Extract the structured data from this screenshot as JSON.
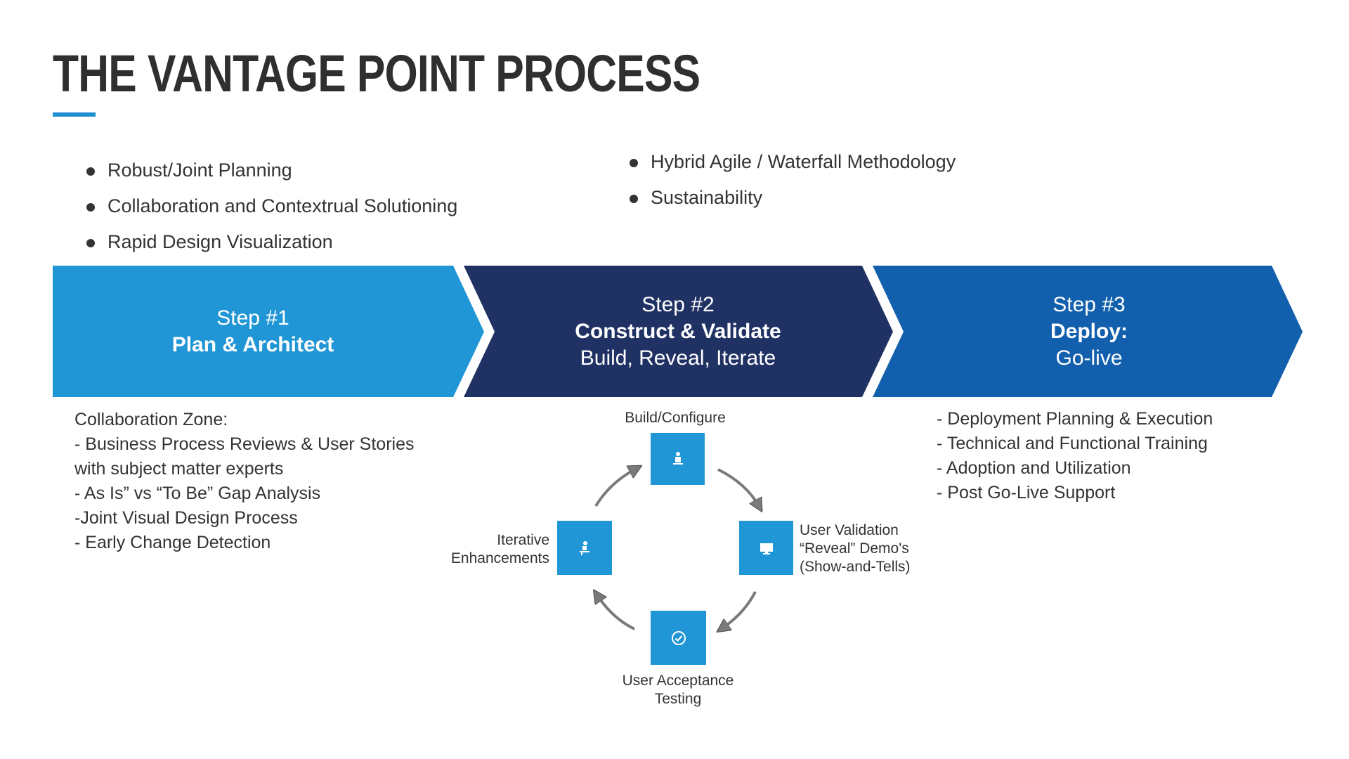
{
  "page": {
    "title": "THE VANTAGE POINT PROCESS",
    "accent_color": "#1f8fd2"
  },
  "highlights_left": [
    "Robust/Joint Planning",
    "Collaboration and Contextrual Solutioning",
    "Rapid Design Visualization"
  ],
  "highlights_right": [
    "Hybrid Agile / Waterfall Methodology",
    "Sustainability"
  ],
  "steps": [
    {
      "number": "Step #1",
      "title": "Plan & Architect",
      "subtitle": "",
      "color": "#2196d6"
    },
    {
      "number": "Step #2",
      "title": "Construct & Validate",
      "subtitle": "Build, Reveal, Iterate",
      "color": "#203264"
    },
    {
      "number": "Step #3",
      "title": "Deploy:",
      "subtitle": "Go-live",
      "color": "#1260ad"
    }
  ],
  "collaboration_zone": {
    "lines": [
      "Collaboration Zone:",
      "- Business Process Reviews & User Stories",
      "with subject matter experts",
      "- As Is” vs “To Be” Gap Analysis",
      "-Joint Visual Design Process",
      "- Early Change Detection"
    ]
  },
  "cycle": {
    "node_color": "#2196d6",
    "arrow_color": "#7a7a7a",
    "top": {
      "label": "Build/Configure",
      "icon": "builder-icon"
    },
    "right": {
      "label_lines": [
        "User Validation",
        "“Reveal” Demo's",
        "(Show-and-Tells)"
      ],
      "icon": "monitor-icon"
    },
    "bottom": {
      "label_lines": [
        "User Acceptance",
        "Testing"
      ],
      "icon": "checkmark-icon"
    },
    "left": {
      "label_lines": [
        "Iterative",
        "Enhancements"
      ],
      "icon": "person-at-desk-icon"
    }
  },
  "deploy_list": [
    "- Deployment Planning & Execution",
    "- Technical and Functional Training",
    "- Adoption and Utilization",
    "- Post Go-Live Support"
  ]
}
